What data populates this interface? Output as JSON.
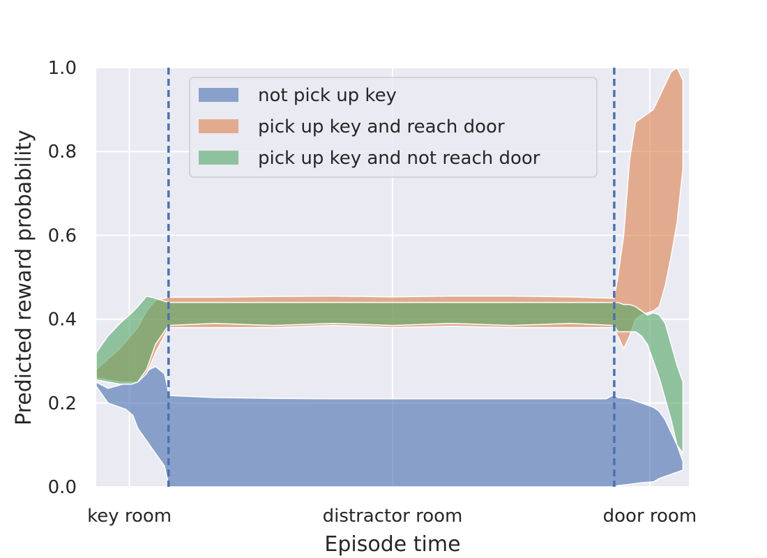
{
  "chart_data": {
    "type": "area",
    "xlabel": "Episode time",
    "ylabel": "Predicted reward probability",
    "xlim": [
      0,
      1
    ],
    "ylim": [
      0,
      1.0
    ],
    "y_ticks": [
      "0.0",
      "0.2",
      "0.4",
      "0.6",
      "0.8",
      "1.0"
    ],
    "x_ticks": [
      {
        "label": "key room",
        "x": 0.056
      },
      {
        "label": "distractor room",
        "x": 0.5
      },
      {
        "label": "door room",
        "x": 0.934
      }
    ],
    "phase_boundaries": [
      0.122,
      0.874
    ],
    "grid": true,
    "legend_position": "top-center",
    "series": [
      {
        "name": "not pick up key",
        "color": "#4c72b0",
        "x": [
          0.0,
          0.02,
          0.05,
          0.062,
          0.07,
          0.09,
          0.1,
          0.115,
          0.12,
          0.122,
          0.123,
          0.2,
          0.3,
          0.4,
          0.5,
          0.6,
          0.7,
          0.8,
          0.86,
          0.874,
          0.88,
          0.9,
          0.92,
          0.94,
          0.95,
          0.96,
          0.97,
          0.98,
          0.99
        ],
        "upper": [
          0.25,
          0.235,
          0.247,
          0.248,
          0.255,
          0.28,
          0.287,
          0.27,
          0.24,
          0.22,
          0.218,
          0.213,
          0.211,
          0.21,
          0.21,
          0.21,
          0.21,
          0.21,
          0.21,
          0.22,
          0.213,
          0.21,
          0.2,
          0.19,
          0.18,
          0.16,
          0.13,
          0.1,
          0.06
        ],
        "lower": [
          0.24,
          0.2,
          0.185,
          0.17,
          0.14,
          0.1,
          0.08,
          0.05,
          0.02,
          0.0,
          0.0,
          0.0,
          0.0,
          0.0,
          0.0,
          0.0,
          0.0,
          0.0,
          0.0,
          0.0,
          0.003,
          0.006,
          0.01,
          0.012,
          0.02,
          0.025,
          0.03,
          0.035,
          0.04
        ]
      },
      {
        "name": "pick up key and reach door",
        "color": "#dd8452",
        "x": [
          0.0,
          0.04,
          0.07,
          0.085,
          0.1,
          0.122,
          0.2,
          0.3,
          0.4,
          0.5,
          0.6,
          0.7,
          0.8,
          0.874,
          0.88,
          0.89,
          0.9,
          0.91,
          0.92,
          0.93,
          0.94,
          0.95,
          0.96,
          0.97,
          0.98,
          0.99
        ],
        "upper": [
          0.28,
          0.33,
          0.38,
          0.42,
          0.445,
          0.452,
          0.452,
          0.454,
          0.455,
          0.453,
          0.455,
          0.455,
          0.453,
          0.45,
          0.5,
          0.6,
          0.78,
          0.87,
          0.88,
          0.89,
          0.9,
          0.93,
          0.96,
          0.99,
          1.0,
          0.97
        ],
        "lower": [
          0.26,
          0.25,
          0.25,
          0.27,
          0.32,
          0.38,
          0.38,
          0.38,
          0.385,
          0.38,
          0.383,
          0.38,
          0.38,
          0.38,
          0.36,
          0.33,
          0.36,
          0.4,
          0.41,
          0.415,
          0.42,
          0.43,
          0.48,
          0.55,
          0.63,
          0.76
        ]
      },
      {
        "name": "pick up key and not reach door",
        "color": "#55a868",
        "x": [
          0.0,
          0.02,
          0.04,
          0.06,
          0.07,
          0.085,
          0.1,
          0.122,
          0.2,
          0.3,
          0.4,
          0.5,
          0.6,
          0.7,
          0.8,
          0.874,
          0.88,
          0.89,
          0.9,
          0.91,
          0.92,
          0.93,
          0.94,
          0.95,
          0.96,
          0.97,
          0.98,
          0.99
        ],
        "upper": [
          0.32,
          0.36,
          0.39,
          0.415,
          0.43,
          0.455,
          0.45,
          0.44,
          0.44,
          0.44,
          0.44,
          0.44,
          0.44,
          0.44,
          0.44,
          0.44,
          0.44,
          0.435,
          0.435,
          0.43,
          0.42,
          0.41,
          0.415,
          0.41,
          0.39,
          0.34,
          0.29,
          0.25
        ],
        "lower": [
          0.255,
          0.25,
          0.245,
          0.245,
          0.25,
          0.28,
          0.34,
          0.385,
          0.39,
          0.385,
          0.39,
          0.385,
          0.39,
          0.385,
          0.39,
          0.385,
          0.37,
          0.37,
          0.37,
          0.37,
          0.36,
          0.34,
          0.3,
          0.26,
          0.21,
          0.16,
          0.1,
          0.08
        ]
      }
    ]
  }
}
